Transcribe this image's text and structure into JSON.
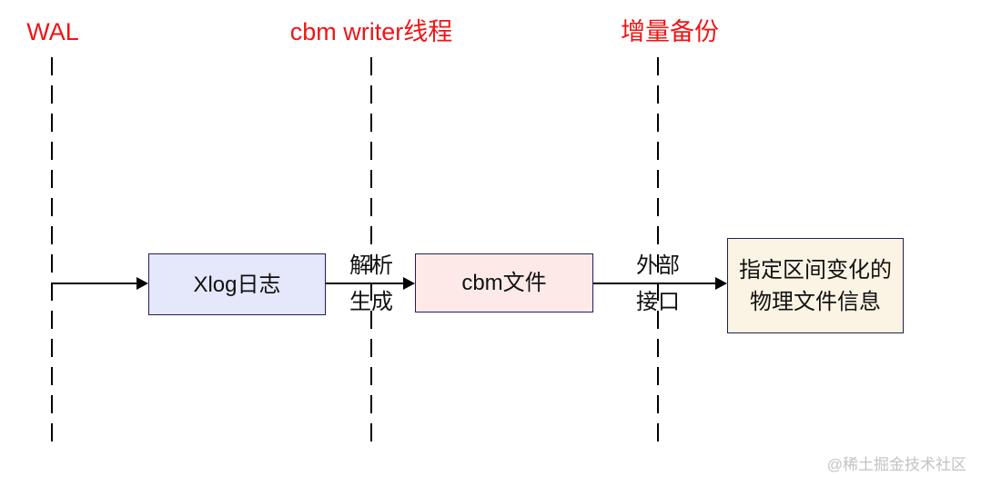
{
  "colors": {
    "header_text": "#ef1515",
    "lane_line": "#000000",
    "arrow": "#000000",
    "box_border": "#1f1f5a",
    "xlog_fill": "#e5e7fb",
    "cbm_fill": "#fdeae8",
    "result_fill": "#fbf3e4",
    "watermark": "#c3c3c3"
  },
  "lanes": [
    {
      "label": "WAL"
    },
    {
      "label": "cbm writer线程"
    },
    {
      "label": "增量备份"
    }
  ],
  "nodes": [
    {
      "id": "xlog",
      "label": "Xlog日志"
    },
    {
      "id": "cbm",
      "label": "cbm文件"
    },
    {
      "id": "result",
      "line1": "指定区间变化的",
      "line2": "物理文件信息"
    }
  ],
  "edges": [
    {
      "from": "wal-lane",
      "to": "xlog",
      "label_top": "",
      "label_bottom": ""
    },
    {
      "from": "xlog",
      "to": "cbm",
      "label_top": "解析",
      "label_bottom": "生成"
    },
    {
      "from": "cbm",
      "to": "result",
      "label_top": "外部",
      "label_bottom": "接口"
    }
  ],
  "watermark": {
    "text": "@稀土掘金技术社区"
  }
}
